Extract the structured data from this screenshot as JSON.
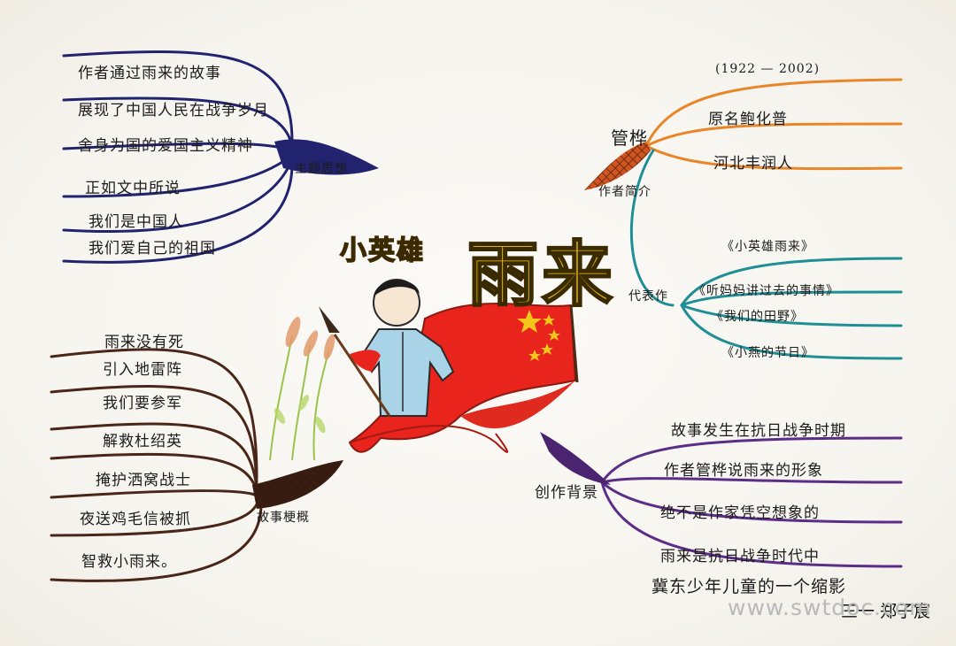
{
  "title": {
    "subtitle": "小英雄",
    "main": "雨来"
  },
  "theme_branch": {
    "label": "主题思想",
    "items": [
      "作者通过雨来的故事",
      "展现了中国人民在战争岁月",
      "舍身为国的爱国主义精神",
      "正如文中所说",
      "我们是中国人",
      "我们爱自己的祖国"
    ]
  },
  "story_branch": {
    "label": "故事梗概",
    "items": [
      "雨来没有死",
      "引入地雷阵",
      "我们要参军",
      "解救杜绍英",
      "掩护洒窝战士",
      "夜送鸡毛信被抓",
      "智救小雨来。"
    ]
  },
  "author_branch": {
    "label": "作者简介",
    "name": "管桦",
    "years": "(1922 — 2002)",
    "items": [
      "原名鲍化普",
      "河北丰润人"
    ]
  },
  "works_branch": {
    "label": "代表作",
    "items": [
      "《小英雄雨来》",
      "《听妈妈讲过去的事情》",
      "《我们的田野》",
      "《小燕的节日》"
    ]
  },
  "background_branch": {
    "label": "创作背景",
    "items": [
      "故事发生在抗日战争时期",
      "作者管桦说雨来的形象",
      "绝不是作家凭空想象的",
      "雨来是抗日战争时代中",
      "冀东少年儿童的一个缩影"
    ]
  },
  "signature": "三一 郑子宸",
  "watermark": "www.swtdoc.com",
  "colors": {
    "theme": "#22236e",
    "story": "#4a2618",
    "author": "#e8862a",
    "works": "#1f8f95",
    "background": "#5b2d86",
    "flag_red": "#e8241c",
    "star_yellow": "#f3c61b",
    "title_yellow": "#f6c400"
  }
}
